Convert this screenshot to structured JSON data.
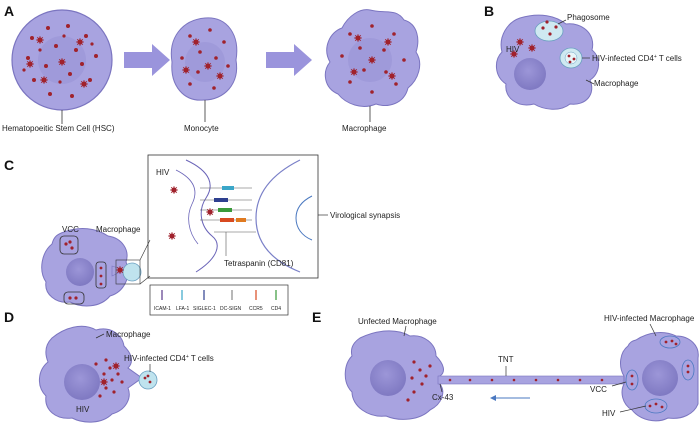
{
  "panels": {
    "a": "A",
    "b": "B",
    "c": "C",
    "d": "D",
    "e": "E"
  },
  "panel_a": {
    "hsc": "Hematopoeitic Stem Cell (HSC)",
    "monocyte": "Monocyte",
    "macrophage": "Macrophage"
  },
  "panel_b": {
    "phagosome": "Phagosome",
    "hiv": "HIV",
    "infected": "HIV-infected CD4",
    "sup": "+",
    "cells": " T cells",
    "macrophage": "Macrophage"
  },
  "panel_c": {
    "hiv": "HIV",
    "vcc": "VCC",
    "macrophage": "Macrophage",
    "synapse": "Virological synapsis",
    "tetraspanin": "Tetraspanin (CD81)",
    "legend": [
      "ICAM-1",
      "LFA-1",
      "SIGLEC-1",
      "DC-SIGN",
      "CCR5",
      "CD4"
    ]
  },
  "panel_d": {
    "macrophage": "Macrophage",
    "infected": "HIV-infected CD4",
    "sup": "+",
    "cells": " T cells",
    "hiv": "HIV"
  },
  "panel_e": {
    "uninfected": "Unfected Macrophage",
    "infected": "HIV-infected Macrophage",
    "tnt": "TNT",
    "cx43": "Cx-43",
    "vcc": "VCC",
    "hiv": "HIV"
  },
  "colors": {
    "cell": "#a8a3e0",
    "cell_dark": "#8e88d0",
    "nucleus": "#8c86cc",
    "virus": "#a0222c",
    "arrow": "#9a94dc",
    "tcell": "#bfe3ee"
  }
}
